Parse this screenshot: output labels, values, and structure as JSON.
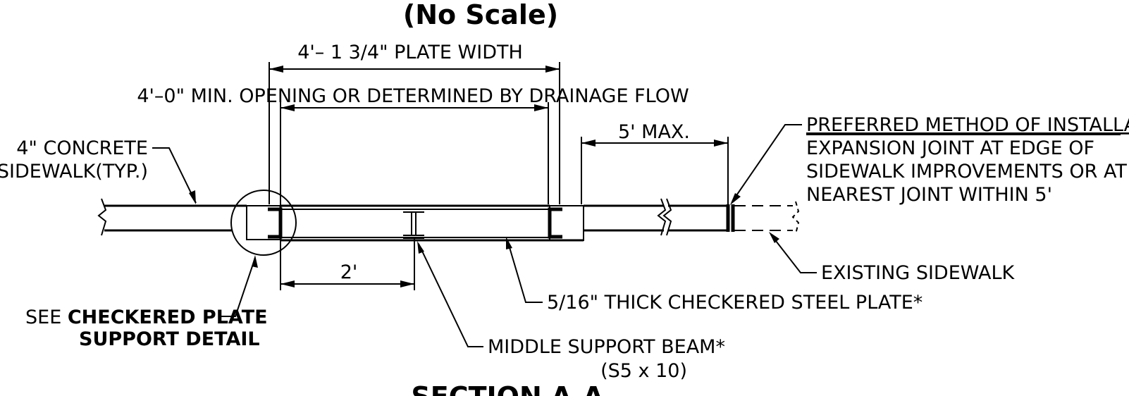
{
  "header": {
    "scale_note": "(No Scale)",
    "section_title": "SECTION A-A"
  },
  "dimensions": {
    "plate_width": "4'– 1 3/4\" PLATE WIDTH",
    "min_opening": "4'–0\" MIN. OPENING OR DETERMINED BY DRAINAGE FLOW",
    "max_distance": "5' MAX.",
    "support_spacing": "2'"
  },
  "callouts": {
    "sidewalk_line1": "4\" CONCRETE",
    "sidewalk_line2": "SIDEWALK(TYP.)",
    "see_prefix": "SEE ",
    "detail_ref_line1": "CHECKERED PLATE",
    "detail_ref_line2": "SUPPORT DETAIL",
    "steel_plate": "5/16\" THICK CHECKERED STEEL PLATE*",
    "beam": "MIDDLE SUPPORT BEAM*",
    "beam_size": "(S5 x 10)",
    "existing_sidewalk": "EXISTING SIDEWALK",
    "preferred_title": "PREFERRED METHOD OF INSTALLATION",
    "preferred_line1": "EXPANSION JOINT AT EDGE OF",
    "preferred_line2": "SIDEWALK IMPROVEMENTS OR AT",
    "preferred_line3": "NEAREST JOINT WITHIN 5'"
  }
}
